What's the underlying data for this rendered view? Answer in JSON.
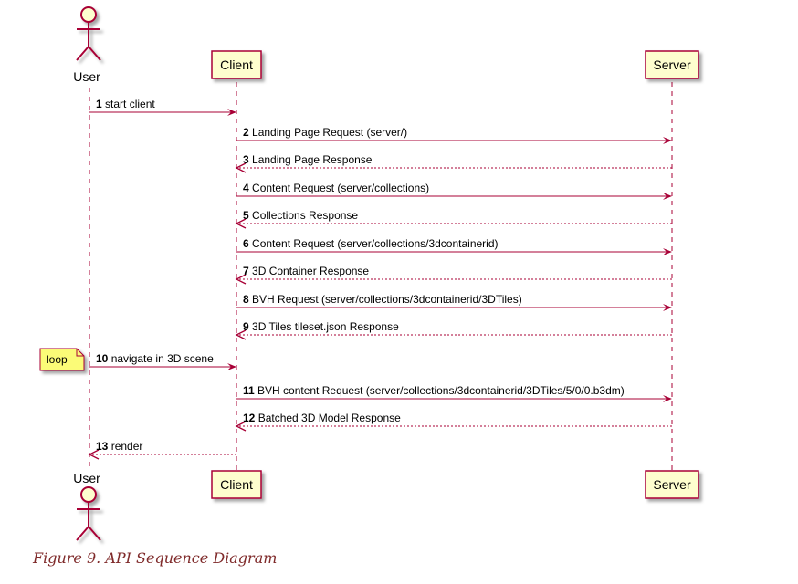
{
  "participants": [
    {
      "id": "user",
      "label": "User",
      "kind": "actor"
    },
    {
      "id": "client",
      "label": "Client",
      "kind": "box"
    },
    {
      "id": "server",
      "label": "Server",
      "kind": "box"
    }
  ],
  "messages": [
    {
      "num": "1",
      "text": "start client",
      "from": "user",
      "to": "client",
      "style": "solid"
    },
    {
      "num": "2",
      "text": "Landing Page Request (server/)",
      "from": "client",
      "to": "server",
      "style": "solid"
    },
    {
      "num": "3",
      "text": "Landing Page Response",
      "from": "server",
      "to": "client",
      "style": "dashed"
    },
    {
      "num": "4",
      "text": "Content Request (server/collections)",
      "from": "client",
      "to": "server",
      "style": "solid"
    },
    {
      "num": "5",
      "text": "Collections Response",
      "from": "server",
      "to": "client",
      "style": "dashed"
    },
    {
      "num": "6",
      "text": "Content Request (server/collections/3dcontainerid)",
      "from": "client",
      "to": "server",
      "style": "solid"
    },
    {
      "num": "7",
      "text": "3D Container Response",
      "from": "server",
      "to": "client",
      "style": "dashed"
    },
    {
      "num": "8",
      "text": "BVH Request (server/collections/3dcontainerid/3DTiles)",
      "from": "client",
      "to": "server",
      "style": "solid"
    },
    {
      "num": "9",
      "text": "3D Tiles tileset.json Response",
      "from": "server",
      "to": "client",
      "style": "dashed"
    },
    {
      "num": "10",
      "text": "navigate in 3D scene",
      "from": "user",
      "to": "client",
      "style": "solid"
    },
    {
      "num": "11",
      "text": "BVH content Request (server/collections/3dcontainerid/3DTiles/5/0/0.b3dm)",
      "from": "client",
      "to": "server",
      "style": "solid"
    },
    {
      "num": "12",
      "text": "Batched 3D Model Response",
      "from": "server",
      "to": "client",
      "style": "dashed"
    },
    {
      "num": "13",
      "text": "render",
      "from": "client",
      "to": "user",
      "style": "dashed"
    }
  ],
  "note": {
    "text": "loop",
    "attached_to_message": "10"
  },
  "caption": "Figure 9. API Sequence Diagram",
  "colors": {
    "arrow": "#a80036",
    "box_fill": "#fefece",
    "box_border": "#a80036",
    "note_fill": "#fbfb77",
    "caption": "#7f2a2a"
  }
}
